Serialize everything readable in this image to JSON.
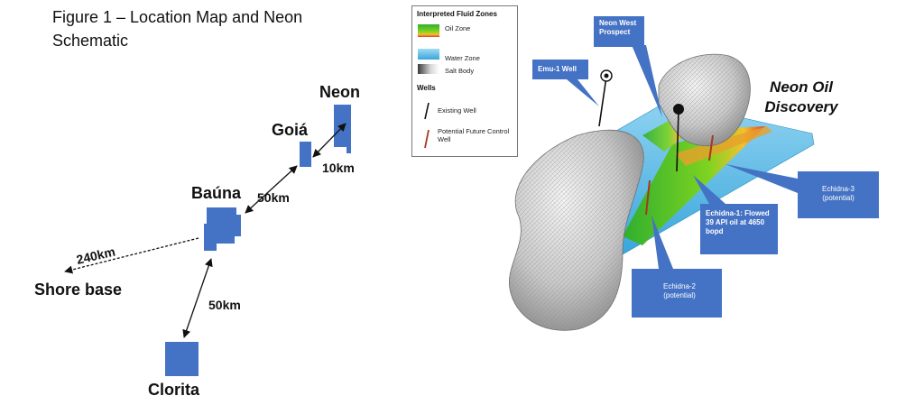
{
  "figure": {
    "title": "Figure 1 – Location Map and Neon Schematic"
  },
  "location_map": {
    "fields": {
      "neon": "Neon",
      "goia": "Goiá",
      "bauna": "Baúna",
      "clorita": "Clorita",
      "shore_base": "Shore base"
    },
    "distances": {
      "goia_neon": "10km",
      "bauna_goia": "50km",
      "bauna_clorita": "50km",
      "bauna_shore": "240km"
    },
    "block_color": "#4472c4"
  },
  "legend": {
    "fluid_title": "Interpreted Fluid Zones",
    "oil_zone": "Oil Zone",
    "water_zone": "Water Zone",
    "salt_body": "Salt Body",
    "wells_title": "Wells",
    "existing_well": "Existing Well",
    "future_well": "Potential Future Control Well"
  },
  "schematic": {
    "discovery_label": "Neon Oil Discovery",
    "callouts": {
      "neon_west": "Neon West Prospect",
      "emu1": "Emu-1 Well",
      "echidna1": "Echidna-1: Flowed 39 API oil at 4650 bopd",
      "echidna2": "Echidna-2 (potential)",
      "echidna3": "Echidna-3 (potential)"
    },
    "callout_color": "#4472c4",
    "oil_color": "#3cc43c",
    "water_color": "#5bb8e6",
    "salt_color": "#c8c8c8"
  }
}
